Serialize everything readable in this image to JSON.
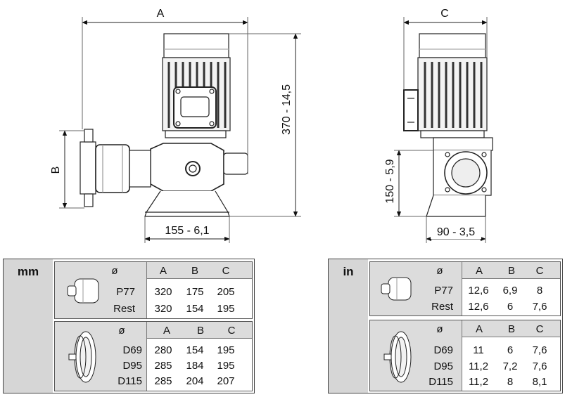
{
  "dimensions": {
    "a": "A",
    "b": "B",
    "c": "C",
    "height_total": "370 - 14,5",
    "base_width": "155 - 6,1",
    "shaft_height": "150 - 5,9",
    "base_depth": "90 - 3,5"
  },
  "tables": [
    {
      "unit": "mm",
      "blocks": [
        {
          "icon": "cylinder-head-icon",
          "header": [
            "ø",
            "A",
            "B",
            "C"
          ],
          "rows": [
            [
              "P77",
              "320",
              "175",
              "205"
            ],
            [
              "Rest",
              "320",
              "154",
              "195"
            ]
          ]
        },
        {
          "icon": "diaphragm-head-icon",
          "header": [
            "ø",
            "A",
            "B",
            "C"
          ],
          "rows": [
            [
              "D69",
              "280",
              "154",
              "195"
            ],
            [
              "D95",
              "285",
              "184",
              "195"
            ],
            [
              "D115",
              "285",
              "204",
              "207"
            ]
          ]
        }
      ]
    },
    {
      "unit": "in",
      "blocks": [
        {
          "icon": "cylinder-head-icon",
          "header": [
            "ø",
            "A",
            "B",
            "C"
          ],
          "rows": [
            [
              "P77",
              "12,6",
              "6,9",
              "8"
            ],
            [
              "Rest",
              "12,6",
              "6",
              "7,6"
            ]
          ]
        },
        {
          "icon": "diaphragm-head-icon",
          "header": [
            "ø",
            "A",
            "B",
            "C"
          ],
          "rows": [
            [
              "D69",
              "11",
              "6",
              "7,6"
            ],
            [
              "D95",
              "11,2",
              "7,2",
              "7,6"
            ],
            [
              "D115",
              "11,2",
              "8",
              "8,1"
            ]
          ]
        }
      ]
    }
  ]
}
